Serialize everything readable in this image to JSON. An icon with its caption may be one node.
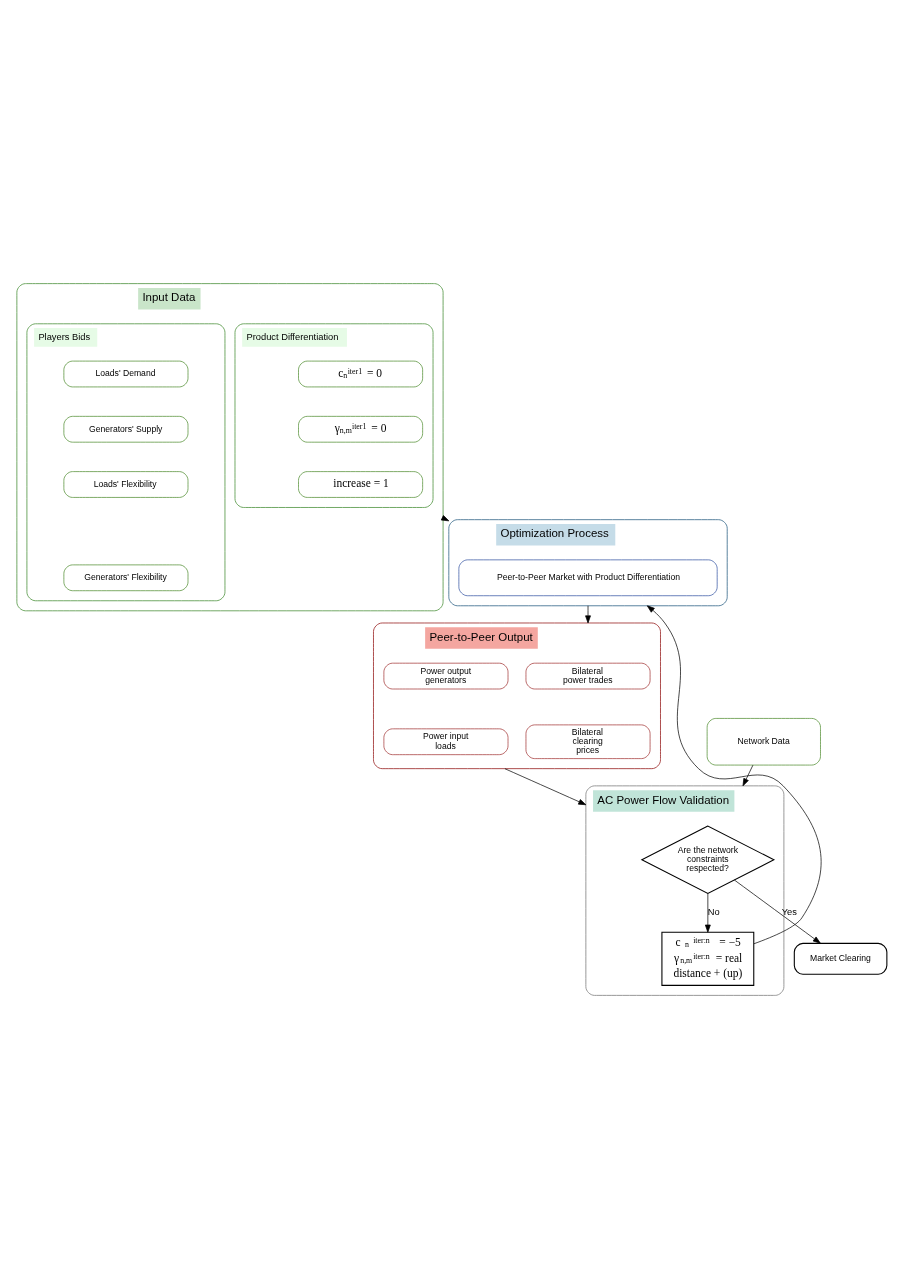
{
  "diagram": {
    "nodes": [
      {
        "text": [
          "Input Data"
        ]
      },
      {
        "text": [
          "Players Bids"
        ],
        "in": 0
      },
      {
        "text": [
          "Loads' Demand"
        ],
        "in": 1
      },
      {
        "text": [
          "Generators' Supply"
        ],
        "in": 1
      },
      {
        "text": [
          "Loads' Flexibility"
        ],
        "in": 1
      },
      {
        "text": [
          "Generators' Flexibility"
        ],
        "in": 1
      },
      {
        "text": [
          "Product Differentiation"
        ],
        "in": 0
      },
      {
        "text": [
          "c$_{n}$$^{iter1}$ = 0"
        ],
        "in": 6
      },
      {
        "text": [
          "γ$_{n,m}$$^{iter1}$ = 0"
        ],
        "in": 6
      },
      {
        "text": [
          "increase = 1"
        ],
        "in": 6
      },
      {
        "text": [
          "Optimization Process"
        ]
      },
      {
        "text": [
          "Peer-to-Peer Market with Product Differentiation"
        ],
        "in": 10
      },
      {
        "text": [
          "Peer-to-Peer Output"
        ]
      },
      {
        "text": [
          "Bilateral power trades"
        ],
        "in": 12
      },
      {
        "text": [
          "Power output generators"
        ],
        "in": 12
      },
      {
        "text": [
          "Bilateral clearing prices"
        ],
        "in": 12
      },
      {
        "text": [
          "Power input loads"
        ],
        "in": 12
      },
      {
        "text": [
          "Network Data"
        ]
      },
      {
        "text": [
          "AC Power Flow Validation"
        ]
      },
      {
        "text": [
          "Are the network constraints respected?"
        ],
        "in": 18
      },
      {
        "text": [
          "c$_{n}$$^{iter:n}$ = −5",
          "γ$_{n,m}$$^{iter:n}$ = real",
          "distance + (up)"
        ],
        "in": 18
      },
      {
        "text": [
          "Market Clearing"
        ]
      }
    ],
    "edges": [
      {
        "from": 0,
        "to": 10,
        "arrow": "to"
      },
      {
        "from": 10,
        "to": 12,
        "arrow": "to"
      },
      {
        "from": 12,
        "to": 18,
        "arrow": "to"
      },
      {
        "from": 17,
        "to": 18,
        "arrow": "to"
      },
      {
        "from": 19,
        "to": 20,
        "arrow": "to",
        "label": "No"
      },
      {
        "from": 20,
        "to": 10,
        "arrow": "to"
      },
      {
        "from": 19,
        "to": 21,
        "arrow": "to",
        "label": "Yes"
      }
    ]
  }
}
